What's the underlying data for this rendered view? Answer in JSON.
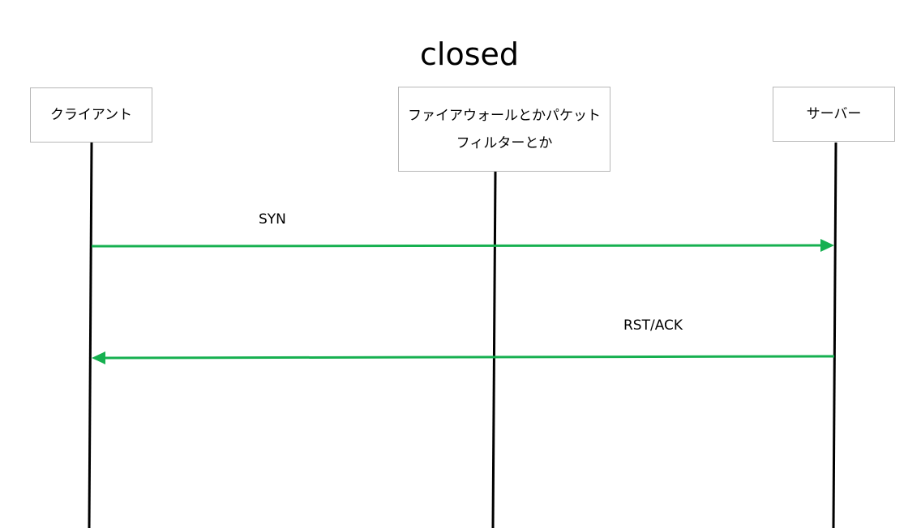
{
  "title": "closed",
  "actors": {
    "client": "クライアント",
    "firewall": "ファイアウォールとかパケットフィルターとか",
    "server": "サーバー"
  },
  "messages": [
    {
      "label": "SYN",
      "from": "client",
      "to": "server"
    },
    {
      "label": "RST/ACK",
      "from": "server",
      "to": "client"
    }
  ],
  "colors": {
    "arrow": "#16b050",
    "lifeline": "#000000",
    "box_border": "#b7b7b7"
  }
}
